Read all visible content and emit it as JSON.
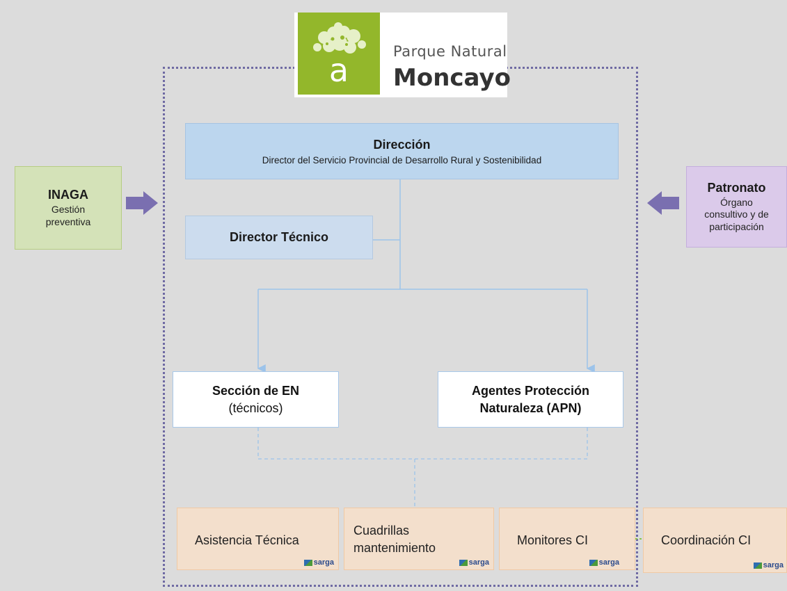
{
  "logo": {
    "mark_letter": "a",
    "pretitle": "Parque Natural",
    "title": "Moncayo",
    "mark_color": "#93b72b"
  },
  "direccion": {
    "title": "Dirección",
    "subtitle": "Director del Servicio Provincial de Desarrollo Rural y Sostenibilidad"
  },
  "director_tecnico": {
    "title": "Director Técnico"
  },
  "seccion": {
    "title": "Sección de EN",
    "subtitle": "(técnicos)"
  },
  "agentes": {
    "line1": "Agentes Protección",
    "line2": "Naturaleza (APN)"
  },
  "inaga": {
    "title": "INAGA",
    "line1": "Gestión",
    "line2": "preventiva"
  },
  "patronato": {
    "title": "Patronato",
    "line1": "Órgano",
    "line2": "consultivo y de",
    "line3": "participación"
  },
  "bottom": {
    "asistencia": "Asistencia Técnica",
    "cuadrillas_line1": "Cuadrillas",
    "cuadrillas_line2": "mantenimiento",
    "monitores": "Monitores CI",
    "coordinacion": "Coordinación CI",
    "badge": "sarga"
  },
  "colors": {
    "frame": "#6f6aa3",
    "arrow": "#7a6fb0",
    "connector": "#9cc3ea",
    "dashed_green": "#8bc34a"
  }
}
